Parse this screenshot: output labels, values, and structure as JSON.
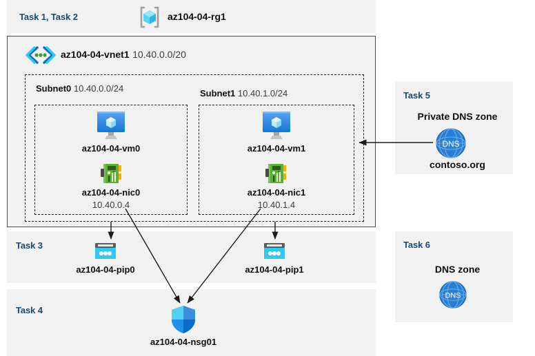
{
  "diagram": {
    "title_tasks": "Task 1, Task 2",
    "resource_group": {
      "name": "az104-04-rg1",
      "icon": "resource-group-icon"
    },
    "vnet": {
      "name": "az104-04-vnet1",
      "cidr": "10.40.0.0/20",
      "icon": "virtual-network-icon"
    },
    "subnets": [
      {
        "label": "Subnet0",
        "cidr": "10.40.0.0/24",
        "vm": {
          "name": "az104-04-vm0",
          "icon": "virtual-machine-icon"
        },
        "nic": {
          "name": "az104-04-nic0",
          "ip": "10.40.0.4",
          "icon": "network-interface-icon"
        }
      },
      {
        "label": "Subnet1",
        "cidr": "10.40.1.0/24",
        "vm": {
          "name": "az104-04-vm1",
          "icon": "virtual-machine-icon"
        },
        "nic": {
          "name": "az104-04-nic1",
          "ip": "10.40.1.4",
          "icon": "network-interface-icon"
        }
      }
    ],
    "task3": {
      "label": "Task 3",
      "pip0": {
        "name": "az104-04-pip0",
        "icon": "public-ip-address-icon"
      },
      "pip1": {
        "name": "az104-04-pip1",
        "icon": "public-ip-address-icon"
      }
    },
    "task4": {
      "label": "Task 4",
      "nsg": {
        "name": "az104-04-nsg01",
        "icon": "network-security-group-icon"
      }
    },
    "task5": {
      "label": "Task 5",
      "heading": "Private DNS zone",
      "zone_name": "contoso.org",
      "icon": "dns-globe-icon",
      "icon_text": "DNS"
    },
    "task6": {
      "label": "Task 6",
      "heading": "DNS zone",
      "icon": "dns-globe-icon",
      "icon_text": "DNS"
    },
    "colors": {
      "panel_bg": "#f1f1f1",
      "task_label": "#1a4971",
      "border": "#4a4a4a",
      "dashed": "#1a1a1a",
      "azure_blue": "#0078d4",
      "cyan": "#32c8f0",
      "nic_green": "#5cb036",
      "arrow": "#1a1a1a"
    }
  }
}
